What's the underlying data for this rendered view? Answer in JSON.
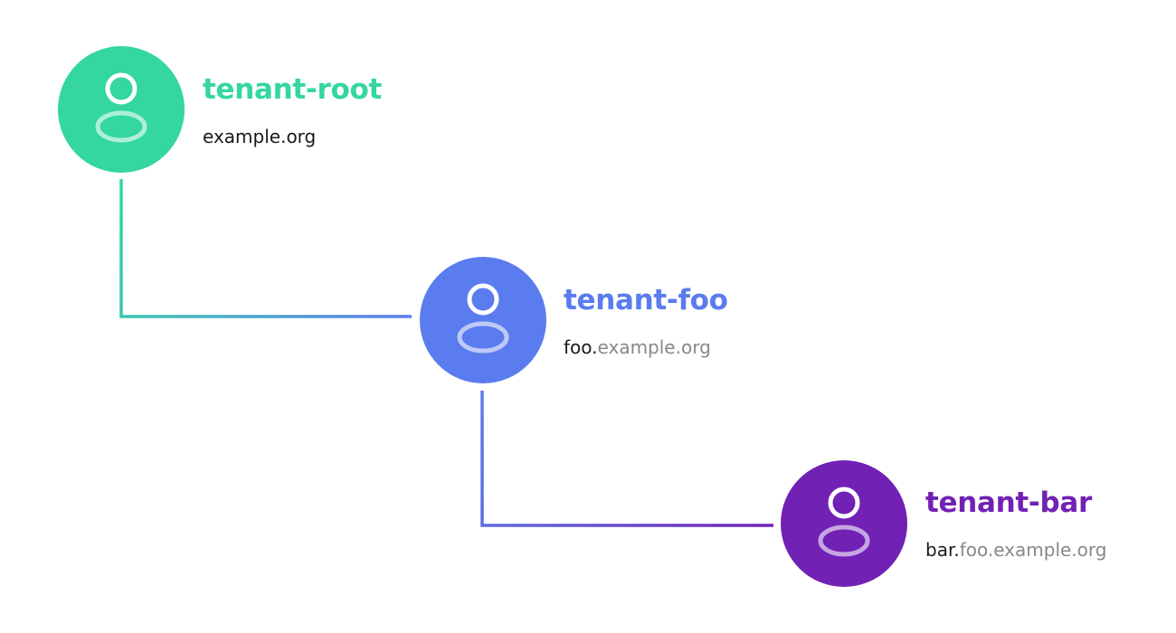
{
  "tenants": [
    {
      "id": "root",
      "name": "tenant-root",
      "domain_own": "example.org",
      "domain_parent": "",
      "color": "#34d6a2"
    },
    {
      "id": "foo",
      "name": "tenant-foo",
      "domain_own": "foo.",
      "domain_parent": "example.org",
      "color": "#5a7cee"
    },
    {
      "id": "bar",
      "name": "tenant-bar",
      "domain_own": "bar.",
      "domain_parent": "foo.example.org",
      "color": "#7221b5"
    }
  ],
  "icons": {
    "avatar": "user-icon"
  }
}
